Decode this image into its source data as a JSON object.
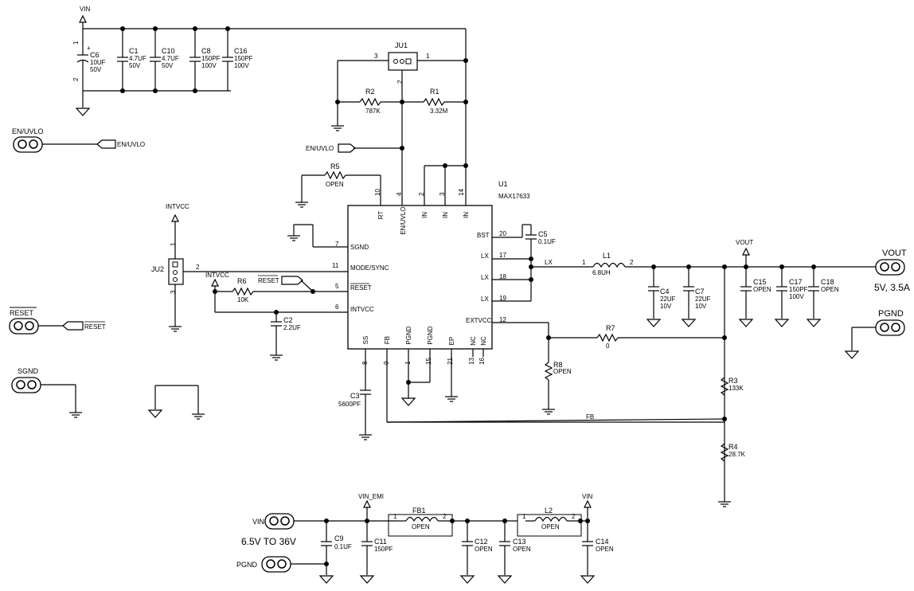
{
  "ic": {
    "ref": "U1",
    "part": "MAX17633"
  },
  "pins": {
    "rt": "RT",
    "en": "EN/UVLO",
    "in": "IN",
    "sgnd": "SGND",
    "mode": "MODE/SYNC",
    "reset": "RESET",
    "intvcc": "INTVCC",
    "bst": "BST",
    "lx": "LX",
    "extvcc": "EXTVCC",
    "ss": "SS",
    "fb": "FB",
    "pgnd": "PGND",
    "ep": "EP",
    "nc": "NC"
  },
  "pin_numbers": {
    "p10": "10",
    "p4": "4",
    "p2": "2",
    "p3": "3",
    "p14": "14",
    "p7": "7",
    "p11": "11",
    "p5": "5",
    "p6": "6",
    "p20": "20",
    "p17": "17",
    "p18": "18",
    "p19": "19",
    "p12": "12",
    "p8": "8",
    "p9": "9",
    "p1": "1",
    "p15": "15",
    "p21": "21",
    "p13": "13",
    "p16": "16"
  },
  "nets": {
    "vin": "VIN",
    "en_uvlo": "EN/UVLO",
    "intvcc": "INTVCC",
    "reset": "RESET",
    "lx": "LX",
    "vout": "VOUT",
    "fb": "FB",
    "vin_emi": "VIN_EMI",
    "pgnd": "PGND",
    "sgnd": "SGND"
  },
  "terminals": {
    "en_uvlo": "EN/UVLO",
    "reset": "RESET",
    "sgnd": "SGND",
    "vout": "VOUT",
    "vout_spec": "5V, 3.5A",
    "pgnd": "PGND",
    "vin": "VIN",
    "vin_range": "6.5V TO 36V",
    "pgnd2": "PGND"
  },
  "jumpers": {
    "ju1": "JU1",
    "ju2": "JU2",
    "ju1_p1": "1",
    "ju1_p2": "2",
    "ju1_p3": "3",
    "ju2_p1": "1",
    "ju2_p2": "2",
    "ju2_p3": "3"
  },
  "caps": {
    "c6": {
      "ref": "C6",
      "val": "10UF",
      "v": "50V",
      "p1": "1",
      "p2": "2",
      "plus": "+"
    },
    "c1": {
      "ref": "C1",
      "val": "4.7UF",
      "v": "50V"
    },
    "c10": {
      "ref": "C10",
      "val": "4.7UF",
      "v": "50V"
    },
    "c8": {
      "ref": "C8",
      "val": "150PF",
      "v": "100V"
    },
    "c16": {
      "ref": "C16",
      "val": "150PF",
      "v": "100V"
    },
    "c5": {
      "ref": "C5",
      "val": "0.1UF"
    },
    "c2": {
      "ref": "C2",
      "val": "2.2UF"
    },
    "c3": {
      "ref": "C3",
      "val": "5600PF"
    },
    "c4": {
      "ref": "C4",
      "val": "22UF",
      "v": "10V"
    },
    "c7": {
      "ref": "C7",
      "val": "22UF",
      "v": "10V"
    },
    "c15": {
      "ref": "C15",
      "val": "OPEN"
    },
    "c17": {
      "ref": "C17",
      "val": "150PF",
      "v": "100V"
    },
    "c18": {
      "ref": "C18",
      "val": "OPEN"
    },
    "c9": {
      "ref": "C9",
      "val": "0.1UF"
    },
    "c11": {
      "ref": "C11",
      "val": "150PF"
    },
    "c12": {
      "ref": "C12",
      "val": "OPEN"
    },
    "c13": {
      "ref": "C13",
      "val": "OPEN"
    },
    "c14": {
      "ref": "C14",
      "val": "OPEN"
    }
  },
  "resistors": {
    "r1": {
      "ref": "R1",
      "val": "3.32M"
    },
    "r2": {
      "ref": "R2",
      "val": "787K"
    },
    "r5": {
      "ref": "R5",
      "val": "OPEN"
    },
    "r6": {
      "ref": "R6",
      "val": "10K"
    },
    "r7": {
      "ref": "R7",
      "val": "0"
    },
    "r8": {
      "ref": "R8",
      "val": "OPEN"
    },
    "r3": {
      "ref": "R3",
      "val": "133K"
    },
    "r4": {
      "ref": "R4",
      "val": "28.7K"
    }
  },
  "inductors": {
    "l1": {
      "ref": "L1",
      "val": "6.8UH",
      "p1": "1",
      "p2": "2"
    },
    "fb1": {
      "ref": "FB1",
      "val": "OPEN",
      "p1": "1",
      "p2": "2"
    },
    "l2": {
      "ref": "L2",
      "val": "OPEN",
      "p1": "1",
      "p2": "2"
    }
  }
}
